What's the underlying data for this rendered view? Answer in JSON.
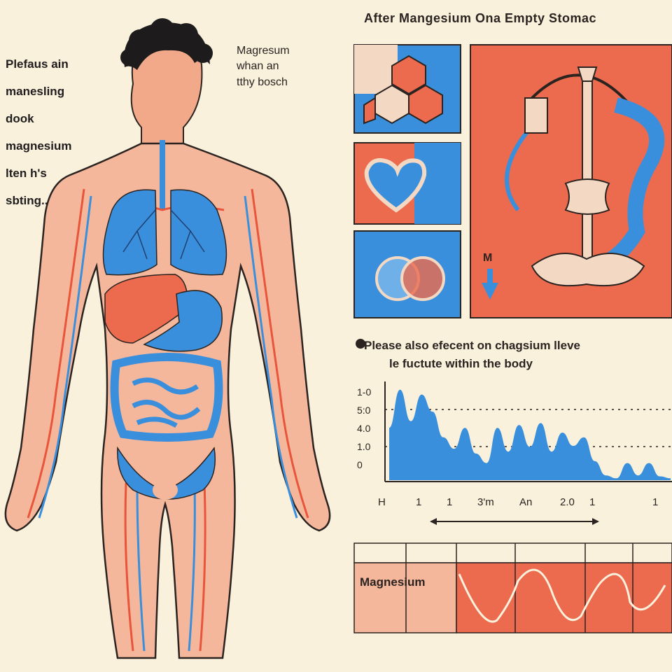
{
  "header": {
    "title": "After  Mangesium Ona Empty  Stomac"
  },
  "left_note": {
    "lines": [
      "Plefaus ain",
      "manesling",
      "dook",
      "magnesium",
      "lten h's",
      "sbting.."
    ]
  },
  "mid_note": {
    "lines": [
      "Magresum",
      "whan an",
      "tthy bosch"
    ]
  },
  "panels": {
    "m_label": "M"
  },
  "chart": {
    "title_line1": "Please also efecent on chagsium lleve",
    "title_line2": "le fuctute within the body",
    "y_tick_labels": [
      "1-0",
      "5:0",
      "4.0",
      "1.0",
      "0"
    ],
    "x_tick_labels": [
      "H",
      "1",
      "1",
      "3'm",
      "An",
      "2.0",
      "1",
      "1"
    ]
  },
  "band": {
    "label": "Magnesium"
  },
  "colors": {
    "background": "#f9f1dc",
    "accent_red": "#ec6a4e",
    "accent_blue": "#3a8fdc",
    "ink": "#2a2320"
  },
  "chart_data": {
    "type": "area",
    "title": "Please also efecent on chagsium lleve le fuctute within the body",
    "x": [
      0,
      1,
      2,
      3,
      4,
      5,
      6,
      7,
      8,
      9,
      10,
      11,
      12,
      13,
      14,
      15,
      16,
      17,
      18,
      19,
      20,
      21,
      22,
      23,
      24,
      25,
      26
    ],
    "values": [
      0.55,
      0.95,
      0.62,
      0.9,
      0.72,
      0.45,
      0.33,
      0.55,
      0.28,
      0.18,
      0.55,
      0.3,
      0.58,
      0.35,
      0.6,
      0.3,
      0.5,
      0.36,
      0.45,
      0.2,
      0.05,
      0.02,
      0.18,
      0.05,
      0.18,
      0.04,
      0.02
    ],
    "series": [
      {
        "name": "",
        "values": [
          0.55,
          0.95,
          0.62,
          0.9,
          0.72,
          0.45,
          0.33,
          0.55,
          0.28,
          0.18,
          0.55,
          0.3,
          0.58,
          0.35,
          0.6,
          0.3,
          0.5,
          0.36,
          0.45,
          0.2,
          0.05,
          0.02,
          0.18,
          0.05,
          0.18,
          0.04,
          0.02
        ]
      }
    ],
    "xlabel": "",
    "ylabel": "",
    "ylim": [
      0,
      1
    ]
  }
}
